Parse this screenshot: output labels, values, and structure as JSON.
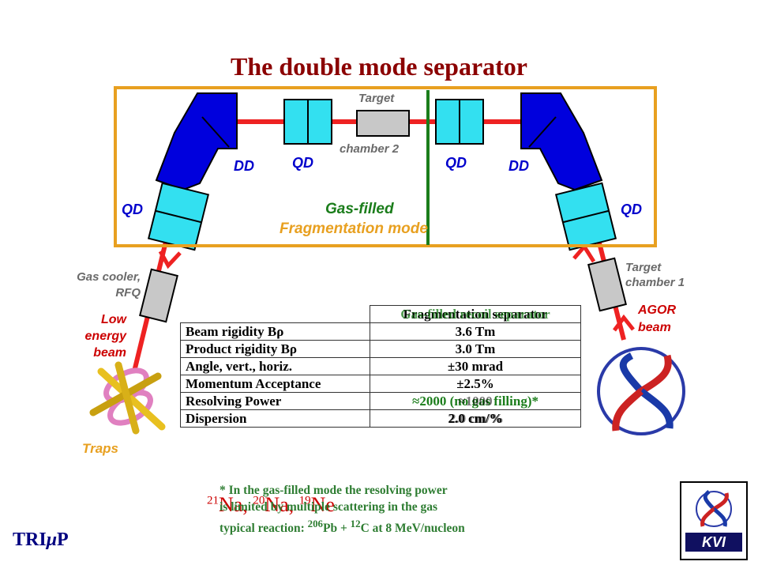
{
  "title": "The double mode separator",
  "labels": {
    "target_top": "Target",
    "chamber2": "chamber 2",
    "dd_left": "DD",
    "dd_right": "DD",
    "qd_inner_left": "QD",
    "qd_inner_right": "QD",
    "qd_outer_left": "QD",
    "qd_outer_right": "QD",
    "mode_gas": "Gas-filled",
    "mode_frag": "Fragmentation mode",
    "gas_cooler": "Gas cooler,",
    "rfq": "RFQ",
    "target_chamber1_a": "Target",
    "target_chamber1_b": "chamber 1",
    "agor_a": "AGOR",
    "agor_b": "beam",
    "low_a": "Low",
    "low_b": "energy",
    "low_c": "beam",
    "traps": "Traps"
  },
  "table": {
    "header_frag": "Fragmentation separator",
    "header_gas": "Gas-filled recoil separator",
    "rows": [
      {
        "param": "Beam rigidity Bρ",
        "frag": "3.6 Tm",
        "gas": ""
      },
      {
        "param": "Product rigidity Bρ",
        "frag": "3.0 Tm",
        "gas": ""
      },
      {
        "param": "Angle, vert., horiz.",
        "frag": "±30 mrad",
        "gas": ""
      },
      {
        "param": "Momentum Acceptance",
        "frag": "±2.5%",
        "gas": ""
      },
      {
        "param": "Resolving Power",
        "frag": "≈2000 (no gas filling)*",
        "gas": "≈1000"
      },
      {
        "param": "Dispersion",
        "frag": "2.0 cm/%",
        "gas": "2.0 cm/%"
      }
    ]
  },
  "footnote": {
    "line1": "* In the gas-filled mode the resolving power",
    "line2": "is limited by multiple scattering in the gas",
    "line3_prefix": "typical reaction: ",
    "pb_mass": "206",
    "pb": "Pb + ",
    "c_mass": "12",
    "c_rest": "C at 8 MeV/nucleon"
  },
  "nuclei": {
    "na21_mass": "21",
    "na21": "Na, ",
    "na20_mass": "20",
    "na20": "Na, ",
    "ne19_mass": "19",
    "ne19": "Ne"
  },
  "trimp": {
    "pre": "TRI",
    "mu": "μ",
    "post": "P"
  },
  "logo": {
    "text": "KVI"
  },
  "colors": {
    "frame": "#e8a020",
    "dipole": "#0000dd",
    "quad": "#33e0f0",
    "beamline": "#ee2222",
    "separator_line": "#1b7d1b"
  }
}
